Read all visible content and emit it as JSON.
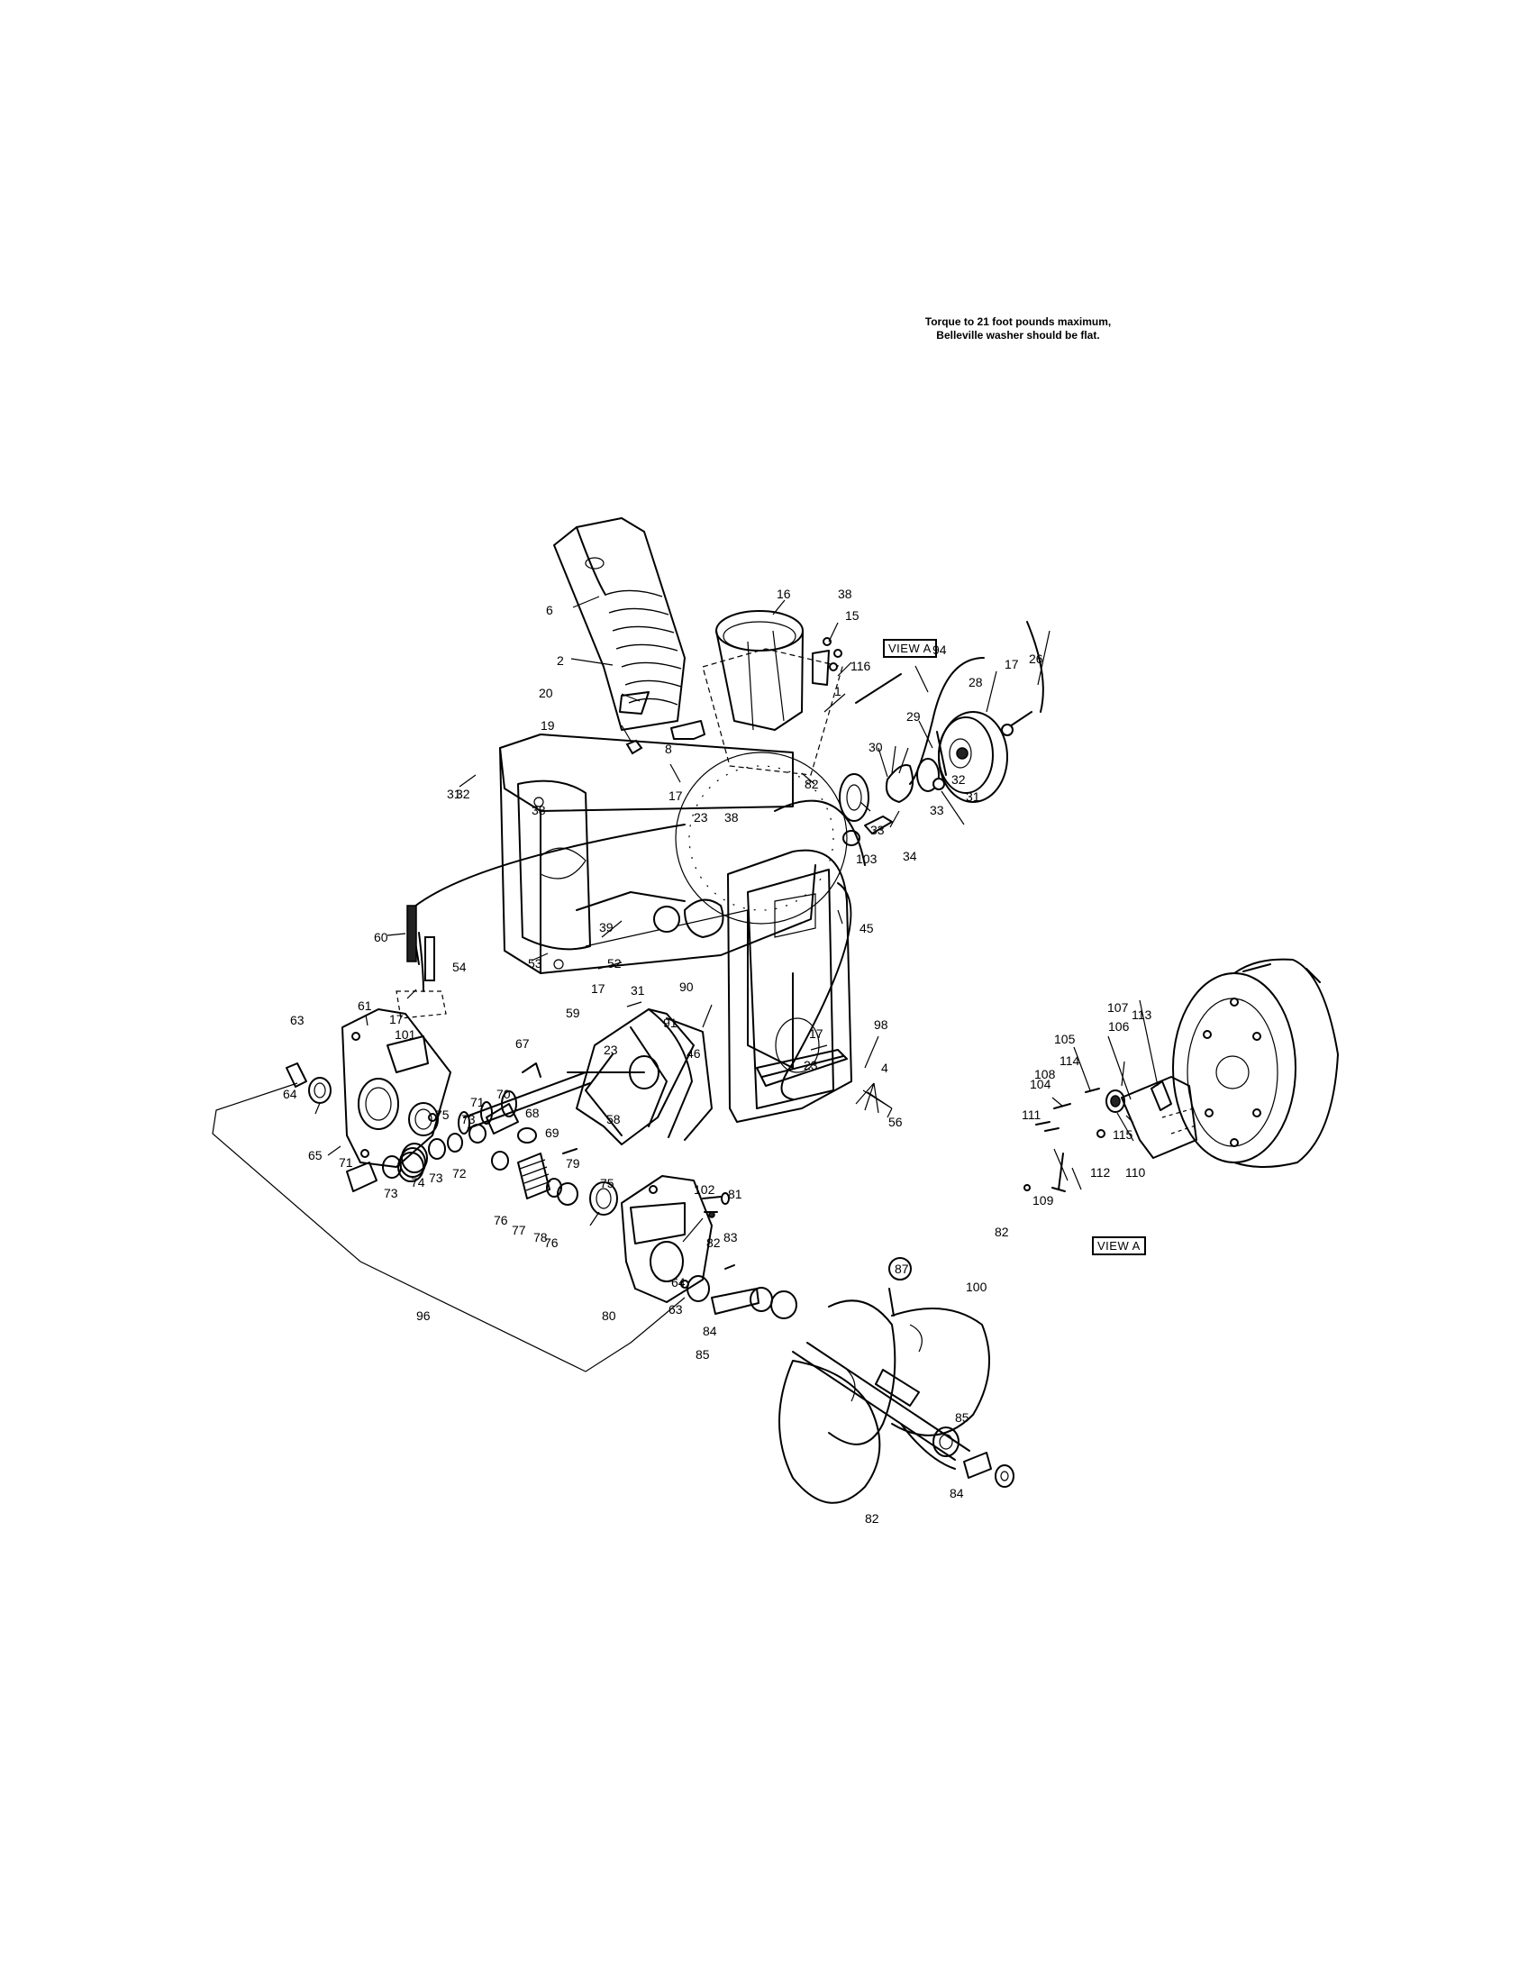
{
  "note": {
    "line1": "Torque to 21 foot pounds maximum,",
    "line2": "Belleville washer should be flat."
  },
  "view_labels": {
    "top": "VIEW A",
    "right": "VIEW A"
  },
  "callouts": [
    "6",
    "2",
    "20",
    "19",
    "16",
    "38",
    "15",
    "116",
    "1",
    "82",
    "8",
    "31",
    "32",
    "38",
    "17",
    "23",
    "38",
    "23",
    "60",
    "17",
    "101",
    "54",
    "53",
    "39",
    "52",
    "17",
    "31",
    "91",
    "90",
    "46",
    "45",
    "17",
    "23",
    "98",
    "4",
    "56",
    "61",
    "63",
    "64",
    "65",
    "75",
    "73",
    "71",
    "70",
    "67",
    "68",
    "69",
    "59",
    "58",
    "71",
    "73",
    "74",
    "73",
    "72",
    "76",
    "77",
    "79",
    "78",
    "76",
    "75",
    "102",
    "81",
    "82",
    "83",
    "80",
    "64",
    "63",
    "84",
    "85",
    "96",
    "87",
    "100",
    "85",
    "84",
    "82",
    "94",
    "28",
    "26",
    "17",
    "29",
    "30",
    "33",
    "33",
    "32",
    "31",
    "103",
    "34",
    "107",
    "113",
    "106",
    "105",
    "114",
    "108",
    "104",
    "111",
    "115",
    "112",
    "110",
    "109",
    "82"
  ]
}
